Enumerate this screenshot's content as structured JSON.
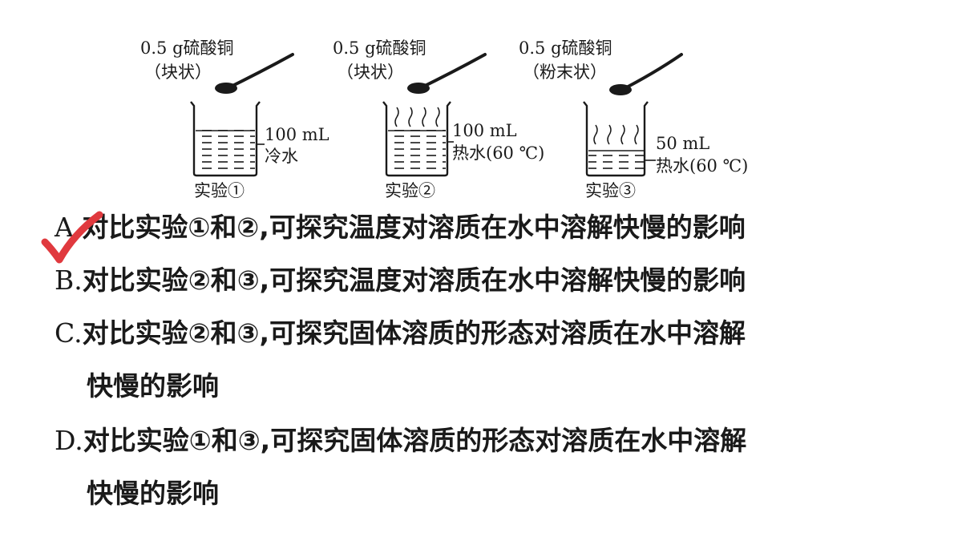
{
  "figure": {
    "experiments": [
      {
        "reagent": "0.5 g硫酸铜",
        "form": "（块状）",
        "volume": "100 mL",
        "water": "冷水",
        "label": "实验①"
      },
      {
        "reagent": "0.5 g硫酸铜",
        "form": "（块状）",
        "volume": "100 mL",
        "water": "热水(60 ℃)",
        "label": "实验②"
      },
      {
        "reagent": "0.5 g硫酸铜",
        "form": "（粉末状）",
        "volume": "50 mL",
        "water": "热水(60 ℃)",
        "label": "实验③"
      }
    ]
  },
  "options": [
    {
      "letter": "A.",
      "line1": "对比实验①和②,可探究温度对溶质在水中溶解快慢的影响",
      "line2": ""
    },
    {
      "letter": "B.",
      "line1": "对比实验②和③,可探究温度对溶质在水中溶解快慢的影响",
      "line2": ""
    },
    {
      "letter": "C.",
      "line1": "对比实验②和③,可探究固体溶质的形态对溶质在水中溶解",
      "line2": "快慢的影响"
    },
    {
      "letter": "D.",
      "line1": "对比实验①和③,可探究固体溶质的形态对溶质在水中溶解",
      "line2": "快慢的影响"
    }
  ],
  "answer_mark": {
    "option": "A",
    "color": "#e0393e"
  }
}
